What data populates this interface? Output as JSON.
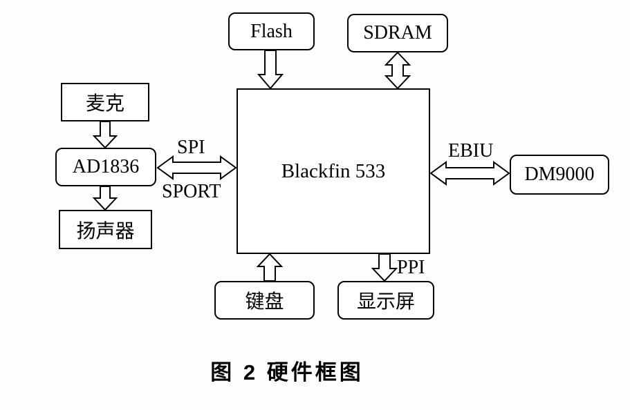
{
  "figure": {
    "caption": "图 2  硬件框图"
  },
  "blocks": {
    "flash": {
      "label": "Flash"
    },
    "sdram": {
      "label": "SDRAM"
    },
    "blackfin": {
      "label": "Blackfin 533"
    },
    "mic": {
      "label": "麦克"
    },
    "ad1836": {
      "label": "AD1836"
    },
    "speaker": {
      "label": "扬声器"
    },
    "dm9000": {
      "label": "DM9000"
    },
    "keyboard": {
      "label": "键盘"
    },
    "display": {
      "label": "显示屏"
    }
  },
  "bus_labels": {
    "spi": "SPI",
    "sport": "SPORT",
    "ebiu": "EBIU",
    "ppi": "PPI"
  },
  "colors": {
    "line": "#000000",
    "background": "#fdfdfb"
  }
}
